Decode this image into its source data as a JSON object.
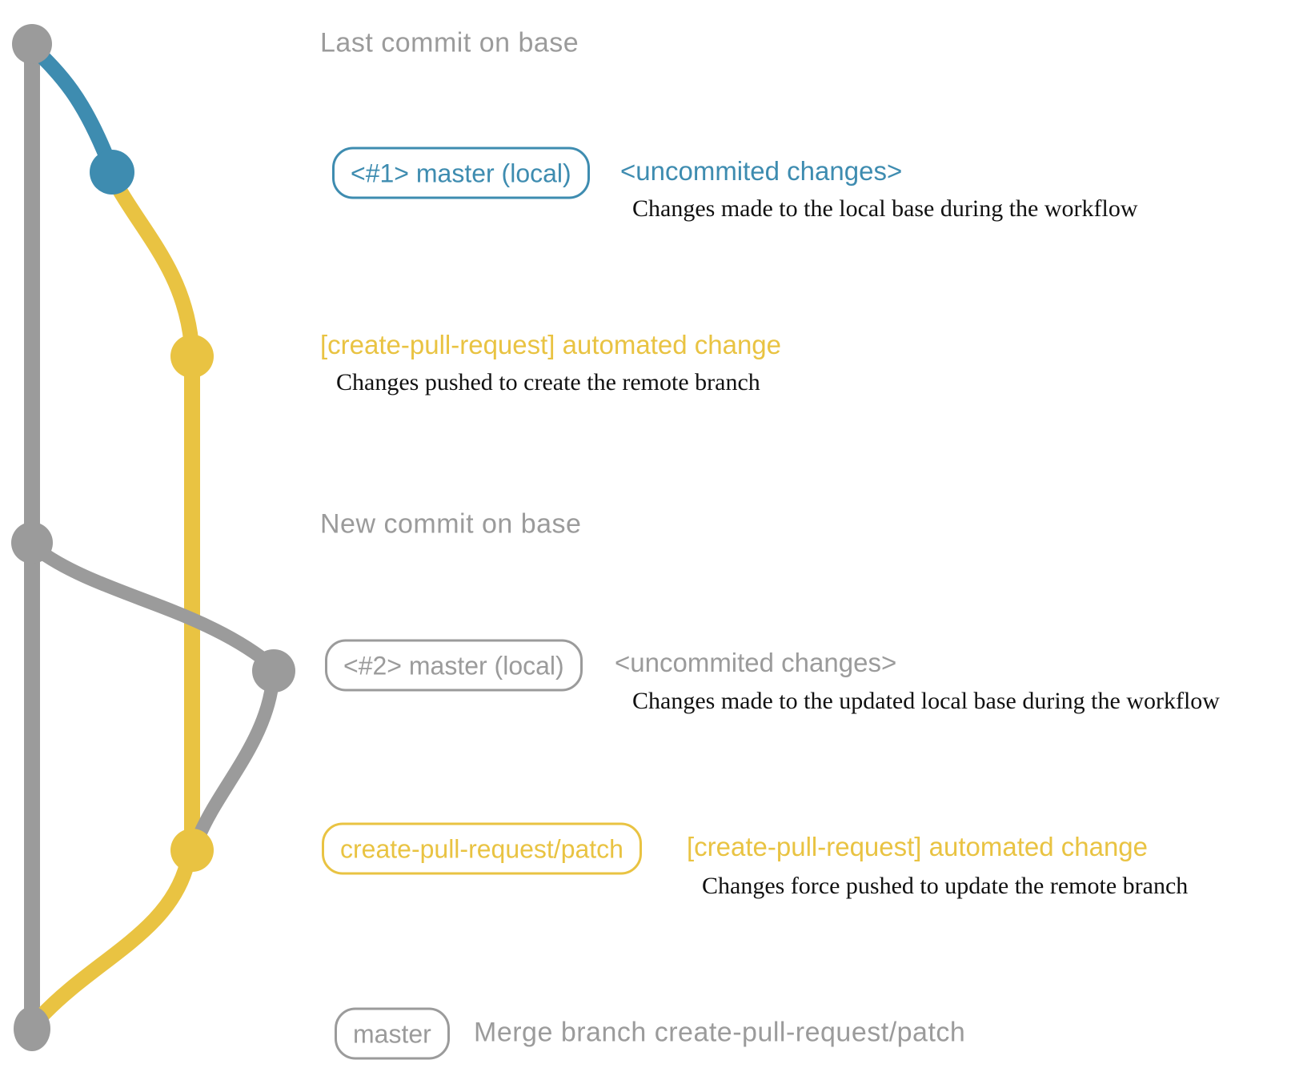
{
  "colors": {
    "gray": "#9b9b9b",
    "blue": "#3e8cb0",
    "yellow": "#e9c342",
    "text_black": "#111111"
  },
  "graph": {
    "description": "git commit graph with base branch (gray), local working branch (blue/gray) and create-pull-request branch (yellow)",
    "commits": [
      {
        "id": "base-last",
        "branch": "base",
        "color": "gray"
      },
      {
        "id": "local-1",
        "branch": "master-local-1",
        "color": "blue"
      },
      {
        "id": "patch-1",
        "branch": "create-pull-request/patch",
        "color": "yellow"
      },
      {
        "id": "base-new",
        "branch": "base",
        "color": "gray"
      },
      {
        "id": "local-2",
        "branch": "master-local-2",
        "color": "gray"
      },
      {
        "id": "patch-2",
        "branch": "create-pull-request/patch",
        "color": "yellow"
      },
      {
        "id": "base-merge",
        "branch": "base",
        "color": "gray"
      }
    ]
  },
  "rows": {
    "last_commit": {
      "label": "Last commit on base"
    },
    "local1": {
      "badge": "<#1> master (local)",
      "headline": "<uncommited changes>",
      "description": "Changes made to the local base during the workflow"
    },
    "push1": {
      "headline": "[create-pull-request] automated change",
      "description": "Changes pushed to create the remote branch"
    },
    "new_commit": {
      "label": "New commit on base"
    },
    "local2": {
      "badge": "<#2> master (local)",
      "headline": "<uncommited changes>",
      "description": "Changes made to the updated local base during the workflow"
    },
    "push2": {
      "badge": "create-pull-request/patch",
      "headline": "[create-pull-request] automated change",
      "description": "Changes force pushed to update the remote branch"
    },
    "merge": {
      "badge": "master",
      "description": "Merge branch create-pull-request/patch"
    }
  }
}
